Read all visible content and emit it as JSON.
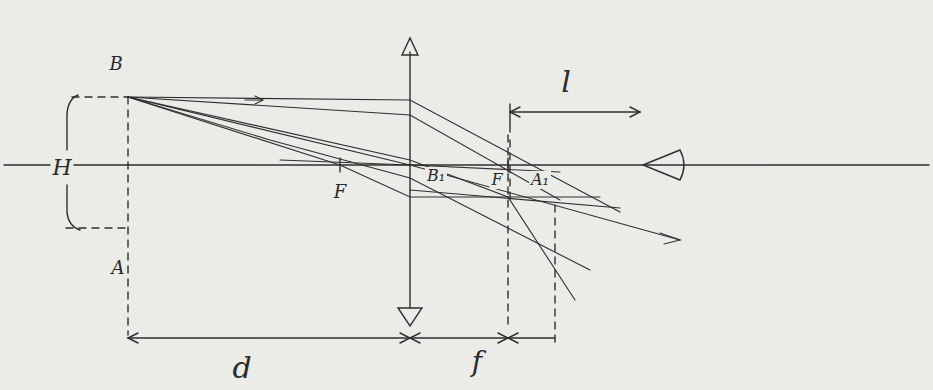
{
  "diagram": {
    "labels": [
      "B",
      "H",
      "A",
      "F",
      "F",
      "B₁",
      "A₁",
      "l",
      "d",
      "f"
    ]
  }
}
